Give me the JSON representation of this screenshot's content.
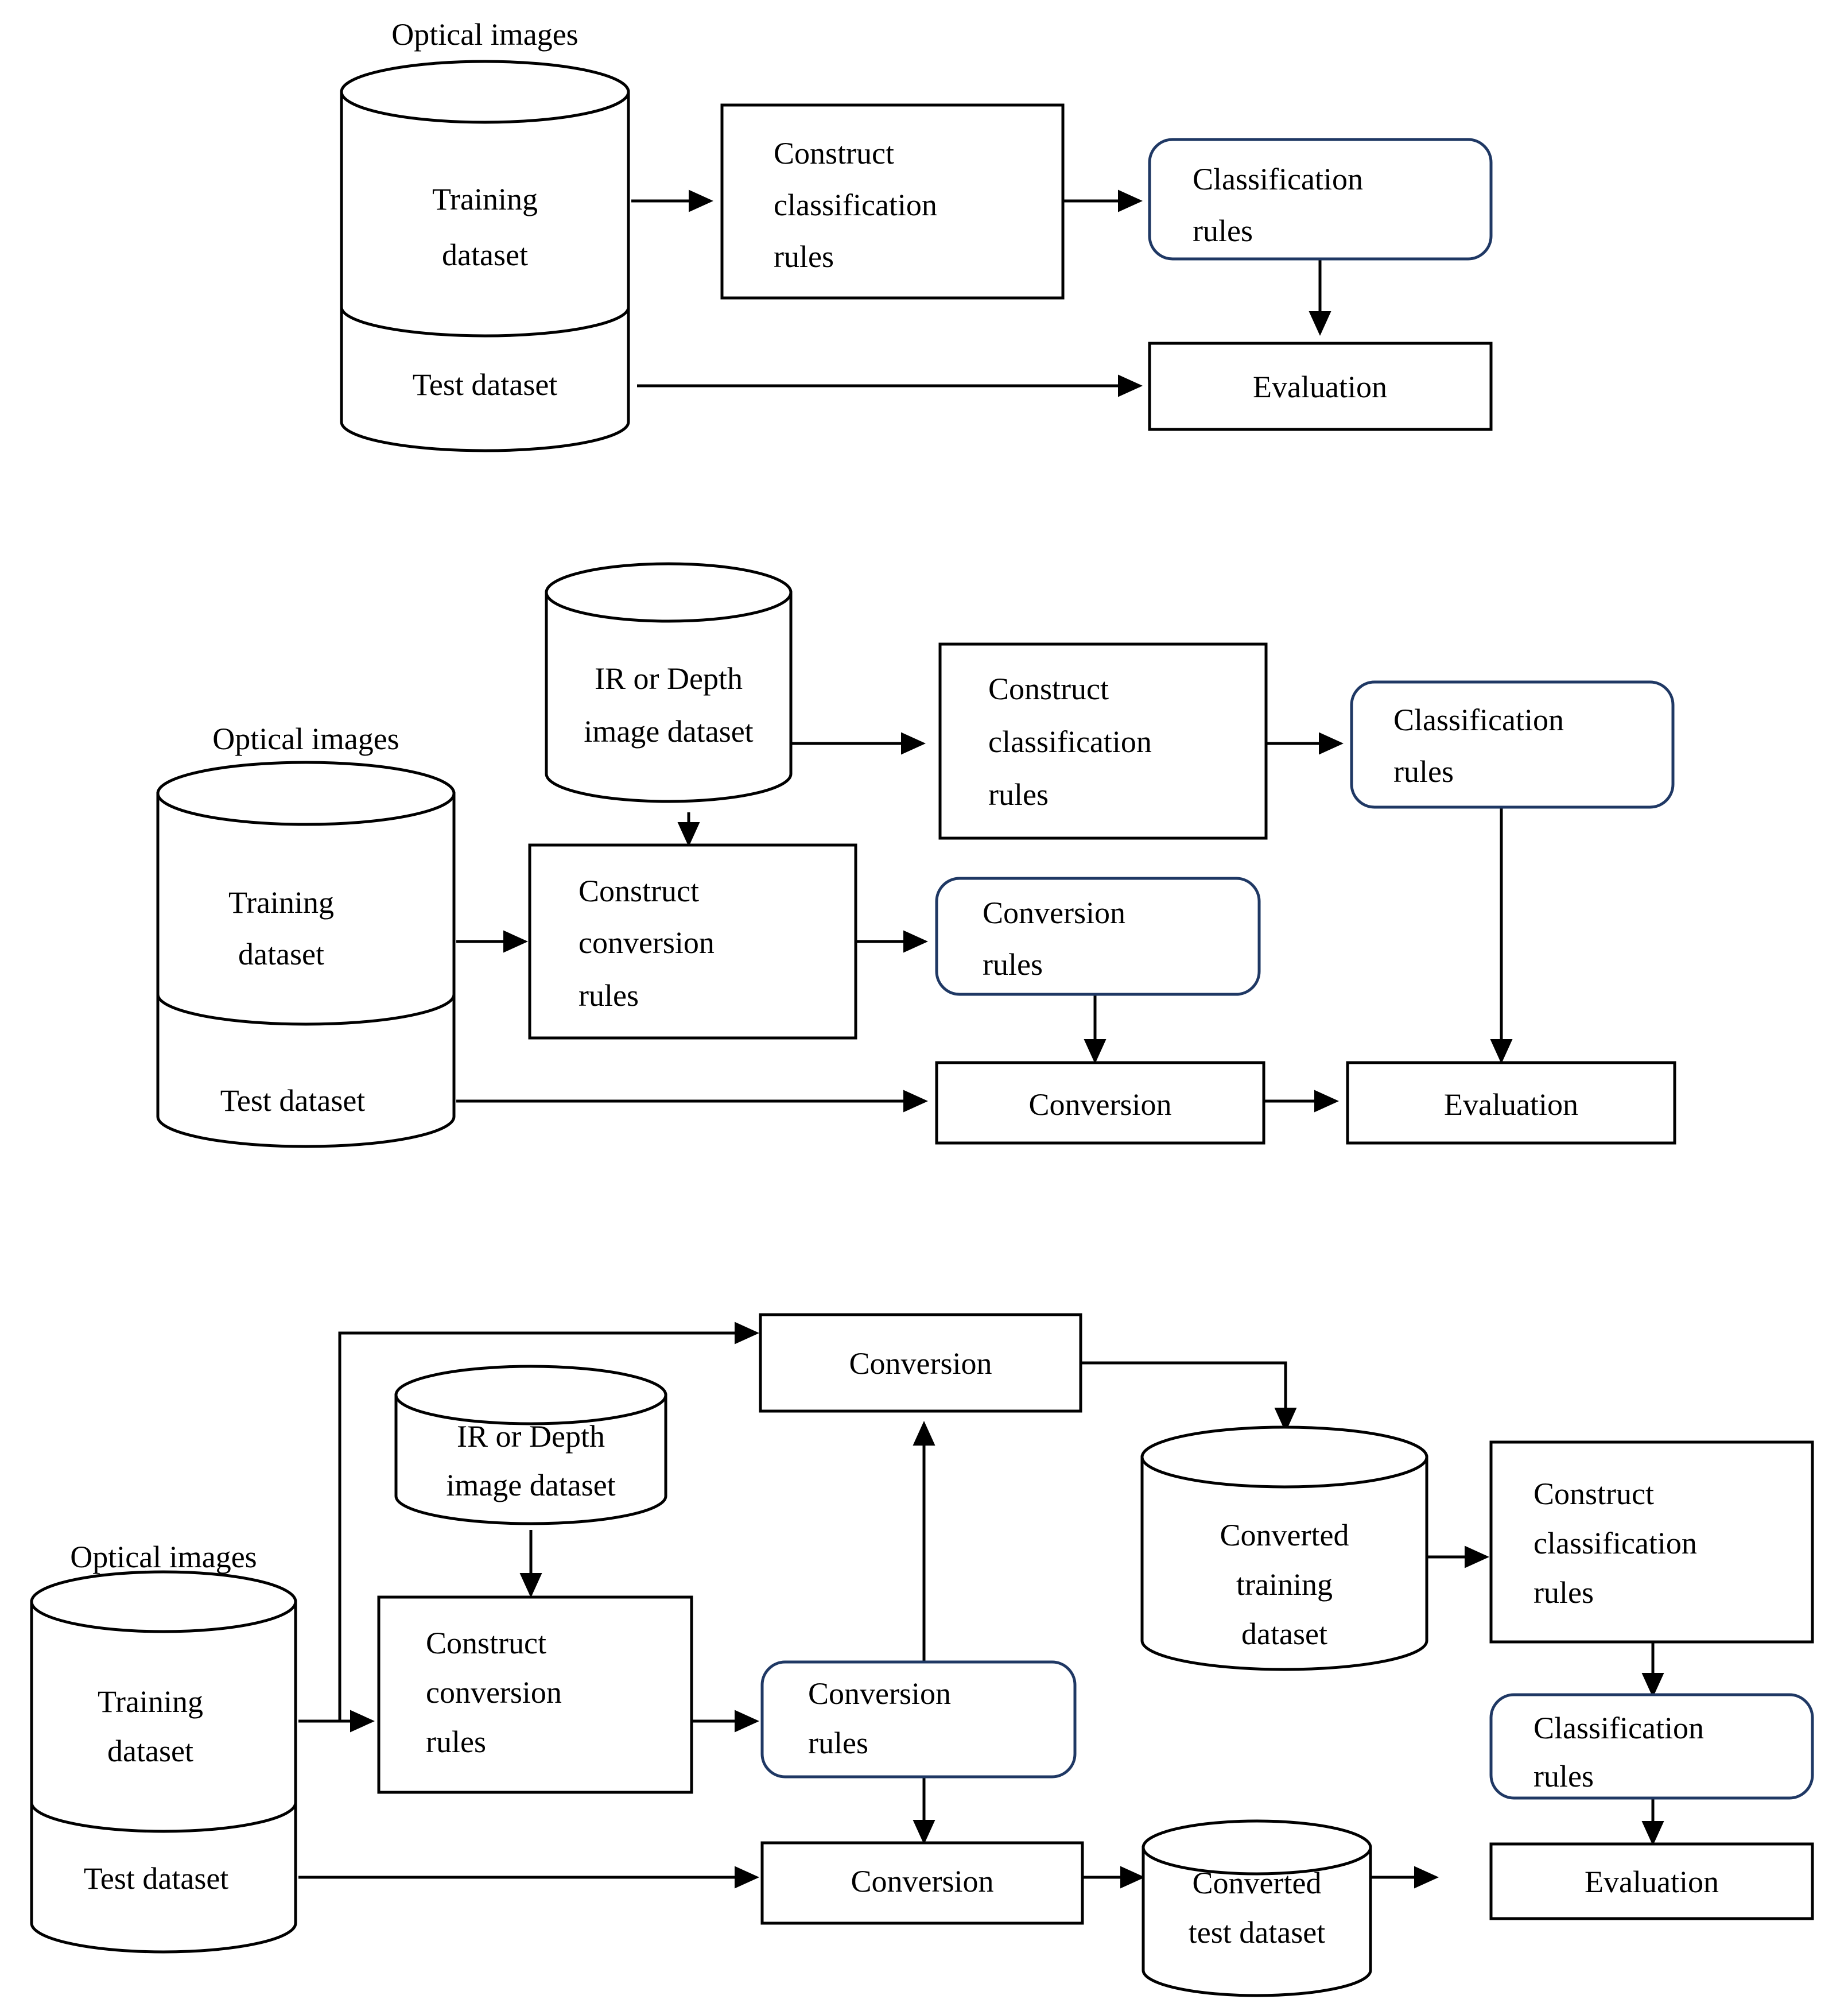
{
  "figure": {
    "type": "flow-diagram",
    "panel_count": 3,
    "colors": {
      "stroke": "#000000",
      "rounded_box_stroke": "#1F3864",
      "background": "#ffffff",
      "text": "#000000"
    }
  },
  "panel_a": {
    "name": "baseline-optical-classification",
    "optical_label": "Optical images",
    "cylinder": {
      "top_label": "Training\ndataset",
      "top_line1": "Training",
      "top_line2": "dataset",
      "bottom_label": "Test dataset"
    },
    "construct_classification": "Construct\nclassification\nrules",
    "construct_classification_lines": [
      "Construct",
      "classification",
      "rules"
    ],
    "classification_rules": "Classification\nrules",
    "classification_rules_lines": [
      "Classification",
      "rules"
    ],
    "evaluation": "Evaluation"
  },
  "panel_b": {
    "name": "conversion-at-test-time",
    "optical_label": "Optical images",
    "optical_cylinder": {
      "top_line1": "Training",
      "top_line2": "dataset",
      "bottom_label": "Test dataset"
    },
    "ir_cylinder_lines": [
      "IR or Depth",
      "image dataset"
    ],
    "construct_classification_lines": [
      "Construct",
      "classification",
      "rules"
    ],
    "classification_rules_lines": [
      "Classification",
      "rules"
    ],
    "construct_conversion_lines": [
      "Construct",
      "conversion",
      "rules"
    ],
    "conversion_rules_lines": [
      "Conversion",
      "rules"
    ],
    "conversion": "Conversion",
    "evaluation": "Evaluation"
  },
  "panel_c": {
    "name": "conversion-of-both-train-and-test",
    "optical_label": "Optical images",
    "optical_cylinder": {
      "top_line1": "Training",
      "top_line2": "dataset",
      "bottom_label": "Test dataset"
    },
    "ir_cylinder_lines": [
      "IR or Depth",
      "image dataset"
    ],
    "construct_conversion_lines": [
      "Construct",
      "conversion",
      "rules"
    ],
    "conversion_rules_lines": [
      "Conversion",
      "rules"
    ],
    "conversion_top": "Conversion",
    "conversion_bottom": "Conversion",
    "converted_training_lines": [
      "Converted",
      "training",
      "dataset"
    ],
    "converted_test_lines": [
      "Converted",
      "test dataset"
    ],
    "construct_classification_lines": [
      "Construct",
      "classification",
      "rules"
    ],
    "classification_rules_lines": [
      "Classification",
      "rules"
    ],
    "evaluation": "Evaluation"
  }
}
